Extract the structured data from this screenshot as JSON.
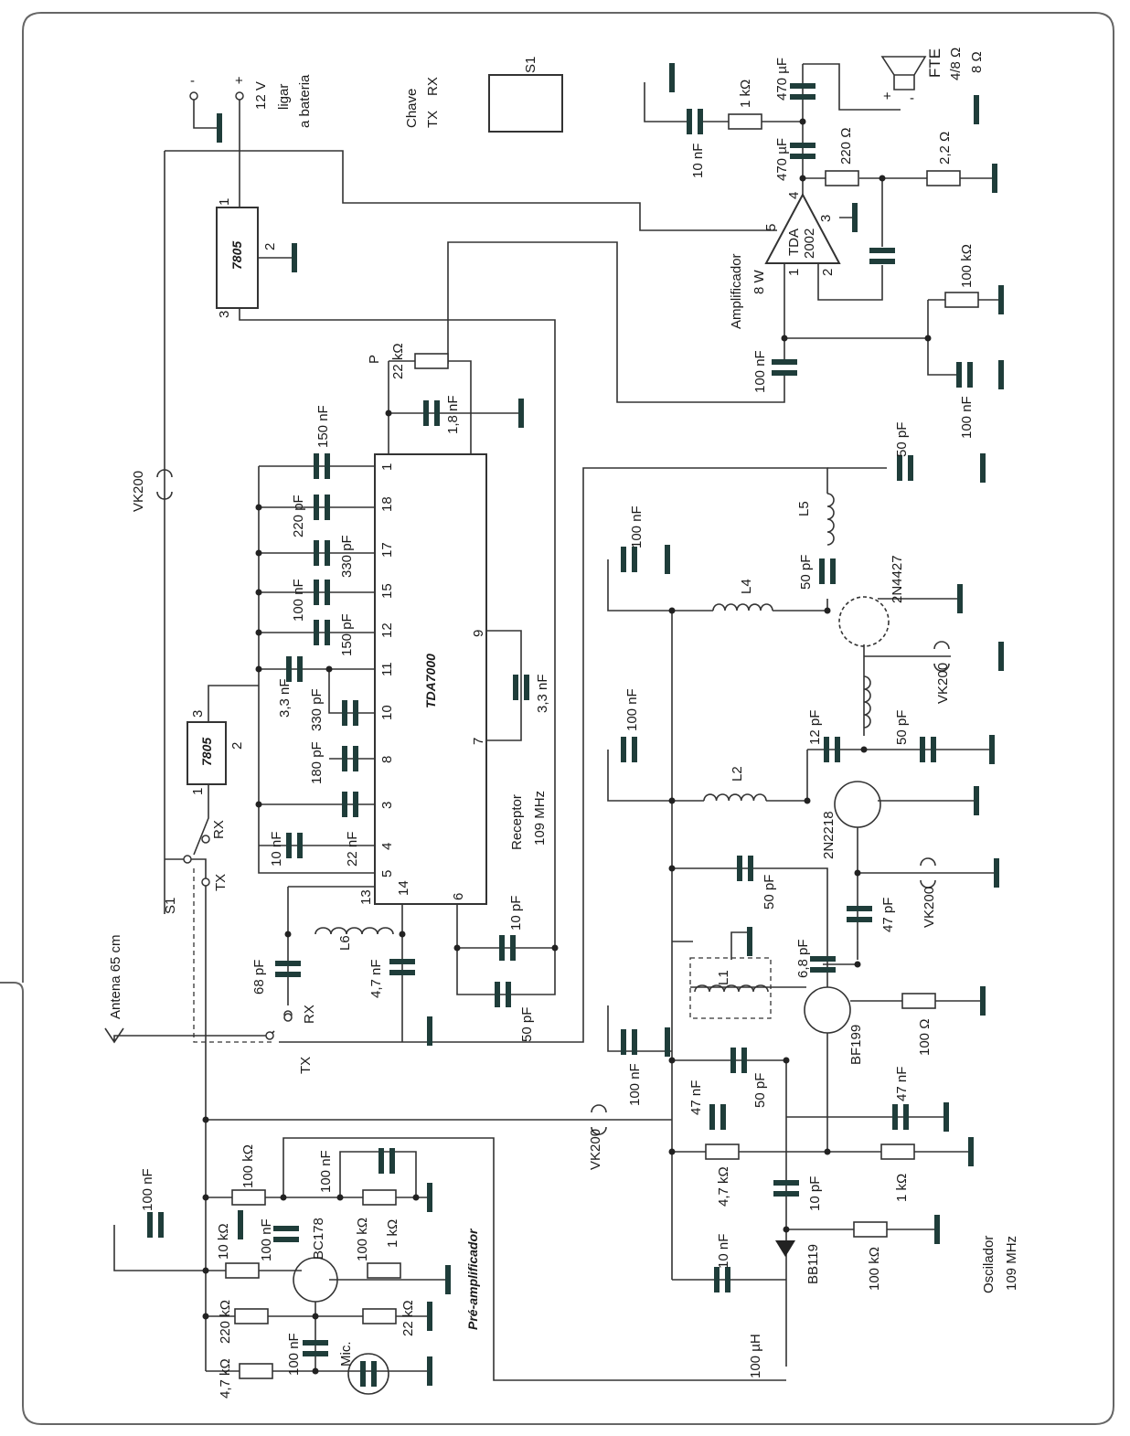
{
  "diagram": {
    "colors": {
      "ink": "#1a1a1a",
      "component_fill": "#1f3d3a",
      "frame": "#555555"
    },
    "power": {
      "minus": "-",
      "plus": "+",
      "voltage": "12 V",
      "note1": "ligar",
      "note2": "a bateria"
    },
    "switch_s1_legend": {
      "title": "Chave",
      "tx": "TX",
      "rx": "RX",
      "name": "S1"
    },
    "amplifier": {
      "c_10nF": "10 nF",
      "r_1k": "1 kΩ",
      "c_470a": "470 µF",
      "c_470b": "470 µF",
      "speaker": "FTE",
      "speaker_imp1": "4/8 Ω",
      "speaker_imp2": "8 Ω",
      "r_220": "220 Ω",
      "r_2_2": "2,2 Ω",
      "pin4": "4",
      "pin5": "5",
      "pin3": "3",
      "pin1": "1",
      "pin2": "2",
      "ic1": "TDA",
      "ic2": "2002",
      "title": "Amplificador",
      "power": "8 W",
      "r_100k": "100 kΩ",
      "c_100nF_in": "100 nF",
      "c_100nF_b": "100 nF",
      "spk_plus": "+",
      "spk_minus": "-"
    },
    "regulator_top": {
      "name": "7805",
      "pin1": "1",
      "pin2": "2",
      "pin3": "3"
    },
    "receiver": {
      "pot_name": "P",
      "pot_value": "22 kΩ",
      "c_1_8": "1,8 nF",
      "c150nF": "150 nF",
      "c220pF": "220 pF",
      "c330pF_a": "330 pF",
      "c100nF": "100 nF",
      "c150pF": "150 pF",
      "c3_3nF_a": "3,3 nF",
      "c330pF_b": "330 pF",
      "c180pF": "180 pF",
      "c10nF": "10 nF",
      "c22nF": "22 nF",
      "pins": {
        "p1": "1",
        "p18": "18",
        "p17": "17",
        "p15": "15",
        "p12": "12",
        "p11": "11",
        "p10": "10",
        "p8": "8",
        "p3": "3",
        "p4": "4",
        "p5": "5",
        "p14": "14",
        "p13": "13",
        "p6": "6",
        "p9": "9",
        "p7": "7"
      },
      "ic": "TDA7000",
      "c3_3nF_b": "3,3 nF",
      "title": "Receptor",
      "freq": "109 MHz",
      "L6": "L6",
      "c68pF": "68 pF",
      "rx": "RX",
      "c4_7nF": "4,7 nF",
      "c10pF": "10 pF",
      "c50pF": "50 pF"
    },
    "choke_main": "VK200",
    "regulator_small": {
      "name": "7805",
      "pin3": "3",
      "pin2": "2",
      "pin1": "1"
    },
    "switch": {
      "rx": "RX",
      "tx": "TX",
      "name": "S1",
      "tx2": "TX"
    },
    "antenna": "Antena 65 cm",
    "oscillator": {
      "c100nF_a": "100 nF",
      "L4": "L4",
      "c50pF_a": "50 pF",
      "L5": "L5",
      "c50pF_b": "50 pF",
      "q_2N4427": "2N4427",
      "vk_a": "VK200",
      "c100nF_b": "100 nF",
      "c12pF": "12 pF",
      "c50pF_c": "50 pF",
      "L2": "L2",
      "q_2N2218": "2N2218",
      "c50pF_d": "50 pF",
      "vk_b": "VK200",
      "c47pF": "47 pF",
      "c6_8pF": "6,8 pF",
      "L1": "L1",
      "q_BF199": "BF199",
      "r100": "100 Ω",
      "c100nF_c": "100 nF",
      "c50pF_e": "50 pF",
      "c47nF_a": "47 nF",
      "c47nF_b": "47 nF",
      "vk_c": "VK200",
      "r4_7k": "4,7 kΩ",
      "r1k": "1 kΩ",
      "c10pF": "10 pF",
      "c10nF": "10 nF",
      "d_BB119": "BB119",
      "r100k": "100 kΩ",
      "title": "Oscilador",
      "freq": "109 MHz",
      "L100uH": "100 µH"
    },
    "preamp": {
      "c100nF_a": "100 nF",
      "r100k_a": "100 kΩ",
      "c100nF_b": "100 nF",
      "r10k": "10 kΩ",
      "c100nF_c": "100 nF",
      "q_BC178": "BC178",
      "r100k_b": "100 kΩ",
      "r1k": "1 kΩ",
      "r220k": "220 kΩ",
      "r22k": "22 kΩ",
      "c100nF_d": "100 nF",
      "mic": "Mic.",
      "r4_7k": "4,7 kΩ",
      "title": "Pré-amplificador"
    }
  }
}
